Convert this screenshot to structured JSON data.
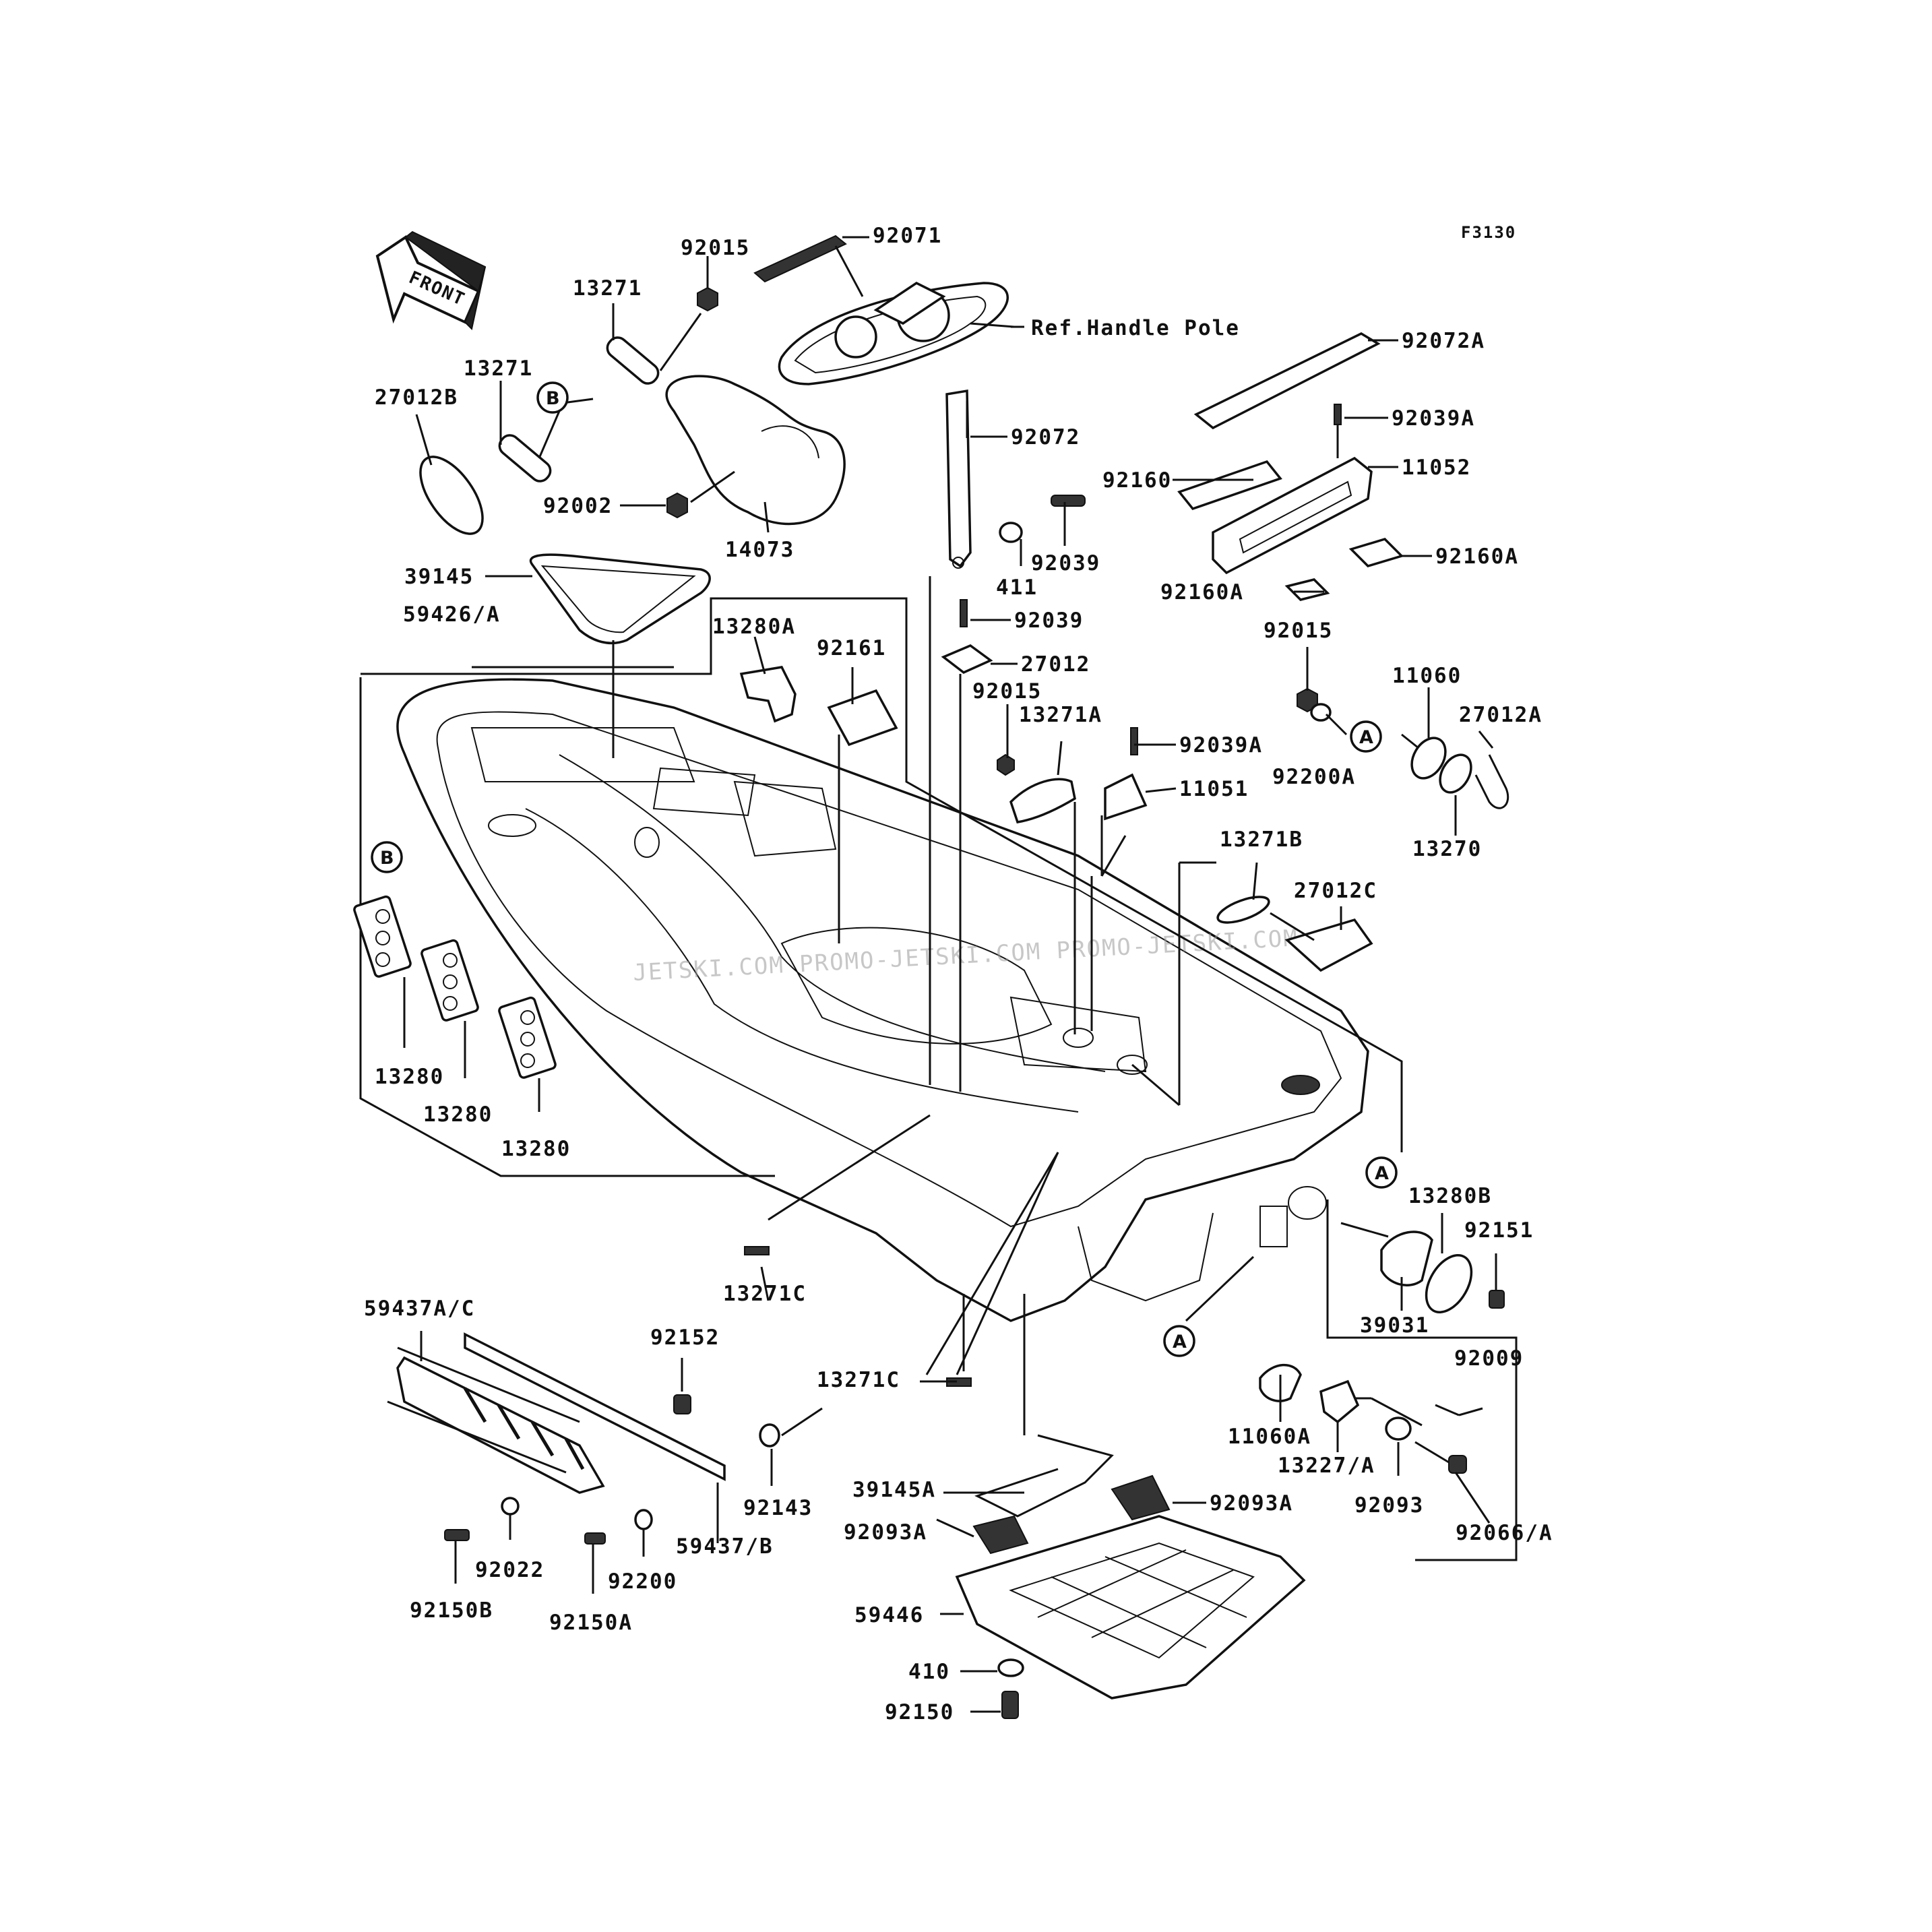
{
  "diagram": {
    "figure_code": "F3130",
    "front_label": "FRONT",
    "reference_label": "Ref.Handle Pole",
    "watermark": "JETSKI.COM  PROMO-JETSKI.COM  PROMO-JETSKI.COM",
    "ref_circles": [
      "A",
      "B"
    ],
    "part_labels": {
      "p92015a": "92015",
      "p92071": "92071",
      "p13271a": "13271",
      "p13271b": "13271",
      "p27012B": "27012B",
      "p92072A": "92072A",
      "p92039A": "92039A",
      "p92072": "92072",
      "p11052": "11052",
      "p92160": "92160",
      "p92002": "92002",
      "p14073": "14073",
      "p92039a": "92039",
      "p92160A1": "92160A",
      "p411": "411",
      "p39145": "39145",
      "p92160A2": "92160A",
      "p59426": "59426/A",
      "p92039b": "92039",
      "p13280A": "13280A",
      "p92161": "92161",
      "p92015b": "92015",
      "p27012": "27012",
      "p92015c": "92015",
      "p11060": "11060",
      "p13271A": "13271A",
      "p27012A": "27012A",
      "p92039A2": "92039A",
      "p92200A": "92200A",
      "p11051": "11051",
      "p13270": "13270",
      "p13271B": "13271B",
      "p27012C": "27012C",
      "p13280a": "13280",
      "p13280b": "13280",
      "p13280c": "13280",
      "p13280B": "13280B",
      "p92151": "92151",
      "p13271C1": "13271C",
      "p39031": "39031",
      "p59437AC": "59437A/C",
      "p92152": "92152",
      "p92009": "92009",
      "p13271C2": "13271C",
      "p11060A": "11060A",
      "p13227A": "13227/A",
      "p92143": "92143",
      "p39145A": "39145A",
      "p92093A1": "92093A",
      "p92093": "92093",
      "p92066A": "92066/A",
      "p92093A2": "92093A",
      "p59437B": "59437/B",
      "p92022": "92022",
      "p92200": "92200",
      "p92150B": "92150B",
      "p92150A": "92150A",
      "p59446": "59446",
      "p410": "410",
      "p92150": "92150"
    }
  }
}
